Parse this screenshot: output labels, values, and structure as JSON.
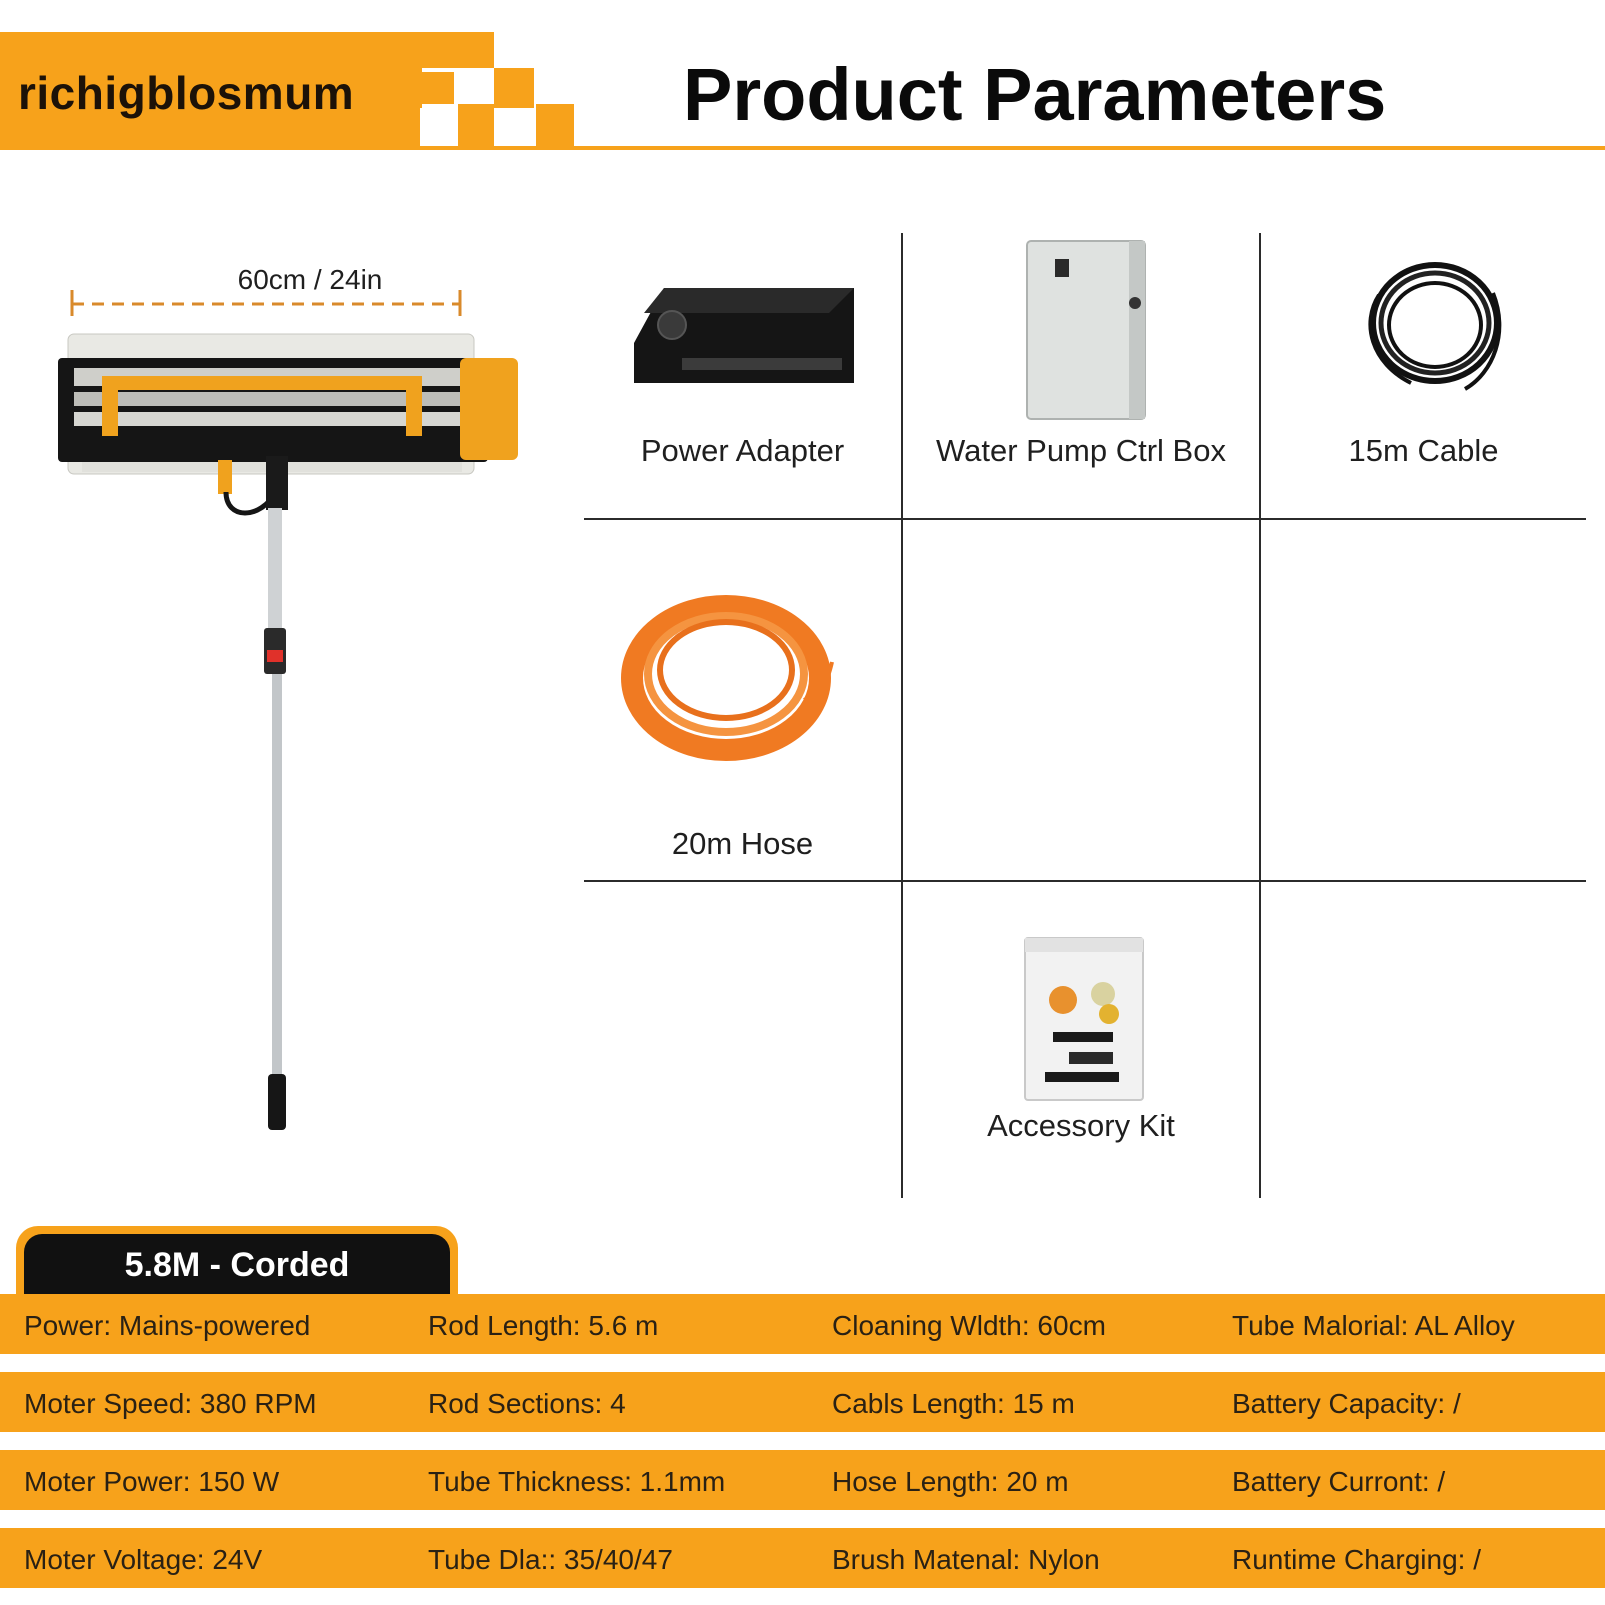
{
  "brand": {
    "name": "richigblosmum"
  },
  "title": "Product Parameters",
  "product": {
    "width_label": "60cm / 24in"
  },
  "components": [
    {
      "label": "Power Adapter",
      "icon": "power-adapter-icon"
    },
    {
      "label": "Water Pump Ctrl Box",
      "icon": "pump-control-box-icon"
    },
    {
      "label": "15m Cable",
      "icon": "cable-coil-icon"
    },
    {
      "label": "20m Hose",
      "icon": "hose-coil-icon"
    },
    {
      "label": "Accessory Kit",
      "icon": "accessory-bag-icon"
    }
  ],
  "variant": {
    "label": "5.8M - Corded"
  },
  "specs": [
    [
      "Power: Mains-powered",
      "Rod Length: 5.6 m",
      "Cloaning Wldth: 60cm",
      "Tube Malorial: AL Alloy"
    ],
    [
      "Moter Speed: 380 RPM",
      "Rod Sections: 4",
      "Cabls Length: 15 m",
      "Battery Capacity: /"
    ],
    [
      "Moter Power: 150 W",
      "Tube Thickness: 1.1mm",
      "Hose Length: 20 m",
      "Battery Curront: /"
    ],
    [
      "Moter Voltage: 24V",
      "Tube Dla:: 35/40/47",
      "Brush Matenal: Nylon",
      "Runtime Charging: /"
    ]
  ],
  "colors": {
    "accent": "#f7a21b",
    "dark": "#111111",
    "text": "#1f1f1f"
  }
}
